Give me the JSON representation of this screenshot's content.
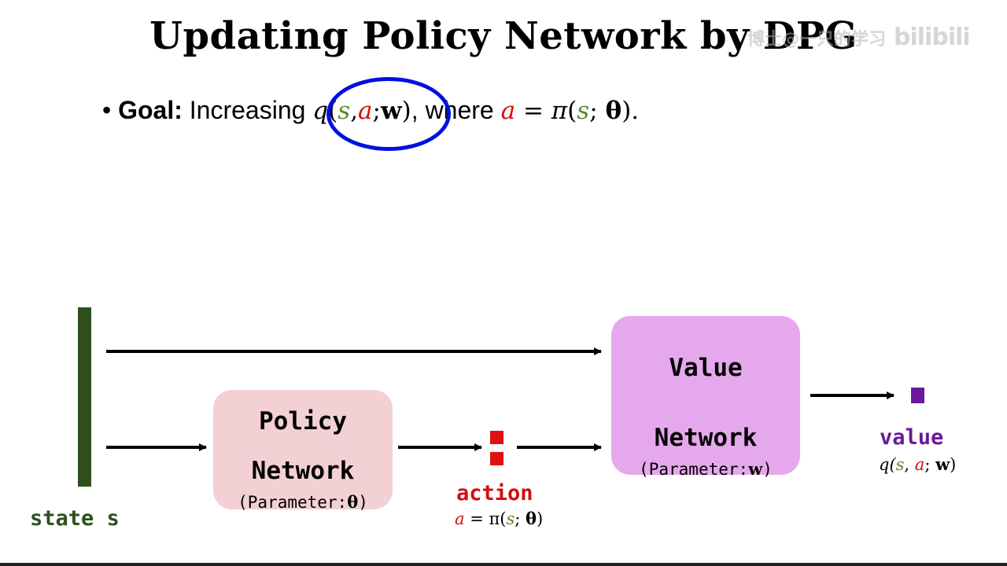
{
  "title": "Updating Policy Network by DPG",
  "watermark": {
    "text": "博士@一只的学习",
    "logo": "bilibili"
  },
  "goal": {
    "bullet": "•",
    "label": "Goal:",
    "text": "Increasing",
    "q_expr": {
      "q": "q",
      "open": "(",
      "s": "s",
      "comma": ",",
      "a": "a",
      "semi": ";",
      "w": "w",
      "close": ")"
    },
    "where": ", where",
    "a_expr": {
      "a": "a",
      "eq": "=",
      "pi": "π",
      "open": "(",
      "s": "s",
      "semi": ";",
      "theta": "θ",
      "close": ").",
      "rest": ""
    }
  },
  "state": {
    "label": "state s",
    "color": "#2e4f1c"
  },
  "policy_network": {
    "line1": "Policy",
    "line2": "Network",
    "param_prefix": "(Parameter:",
    "param_symbol": "θ",
    "param_suffix": ")",
    "color": "#f2d0d4"
  },
  "value_network": {
    "line1": "Value",
    "line2": "Network",
    "param_prefix": "(Parameter:",
    "param_symbol": "w",
    "param_suffix": ")",
    "color": "#e6a8ec"
  },
  "action": {
    "label": "action",
    "eq": {
      "a": "a",
      "eq": " = π(",
      "s": "s",
      "semi": "; ",
      "theta": "θ",
      "close": ")"
    },
    "color": "#d01010"
  },
  "value_output": {
    "label": "value",
    "eq": {
      "q": "q(",
      "s": "s",
      "comma": ", ",
      "a": "a",
      "semi": "; ",
      "w": "w",
      "close": ")"
    },
    "color": "#6a1a9a"
  },
  "annotation_color": "#0010e0"
}
